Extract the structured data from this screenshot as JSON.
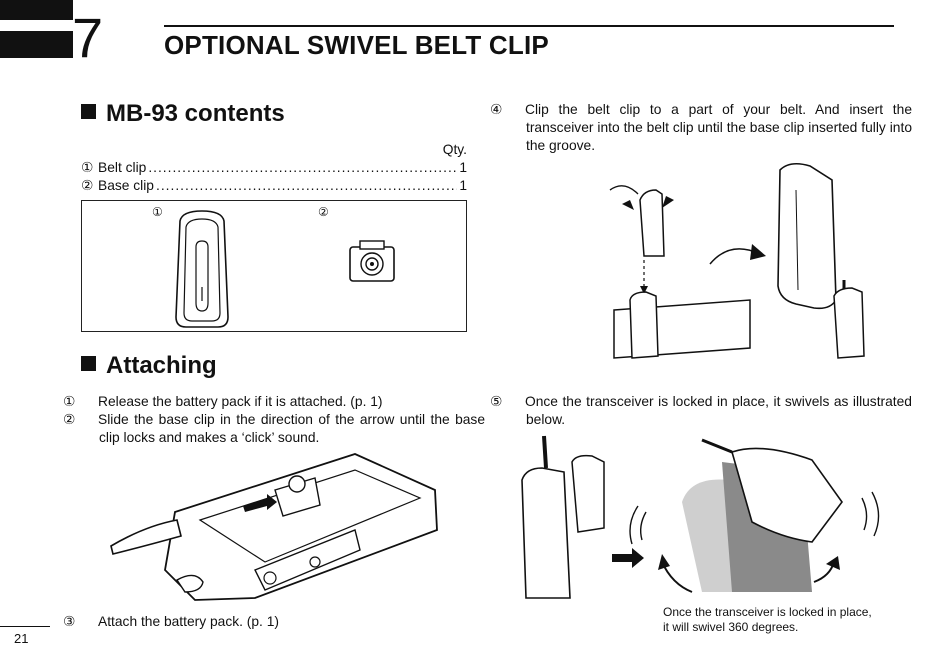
{
  "chapter": {
    "number": "7",
    "title": "OPTIONAL SWIVEL BELT CLIP"
  },
  "contents": {
    "heading": "MB-93 contents",
    "qty_label": "Qty.",
    "items": [
      {
        "marker": "①",
        "label": "Belt clip",
        "qty": "1"
      },
      {
        "marker": "②",
        "label": "Base clip",
        "qty": "1"
      }
    ],
    "figure_markers": [
      "①",
      "②"
    ]
  },
  "attaching": {
    "heading": "Attaching",
    "steps": [
      {
        "marker": "①",
        "text": "Release the battery pack if it is attached. (p. 1)"
      },
      {
        "marker": "②",
        "text": "Slide the base clip in the direction of the arrow until the base clip locks and makes a ‘click’ sound."
      },
      {
        "marker": "③",
        "text": "Attach the battery pack. (p. 1)"
      }
    ]
  },
  "right_steps": [
    {
      "marker": "④",
      "text": "Clip the belt clip to a part of your belt. And insert the transceiver into the belt clip until the base clip inserted fully into the groove."
    },
    {
      "marker": "⑤",
      "text": "Once the transceiver is locked in place, it swivels as illustrated below."
    }
  ],
  "swivel_caption": {
    "line1": "Once the transceiver is locked in place,",
    "line2": "it will swivel 360 degrees."
  },
  "page_number": "21"
}
